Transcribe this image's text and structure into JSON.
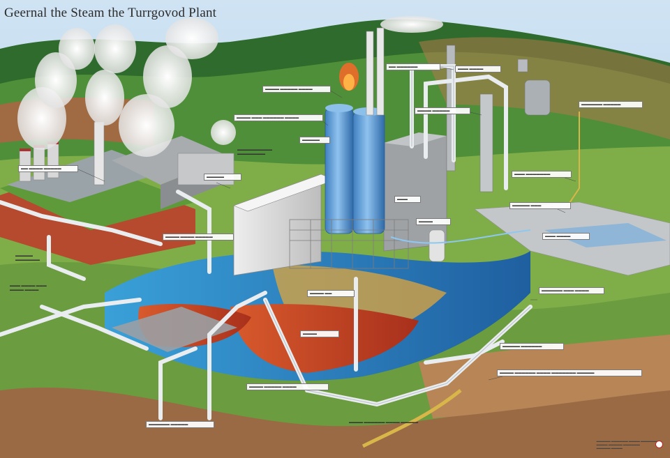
{
  "title": "Geernal the Steam the Turrgovod Plant",
  "colors": {
    "sky": "#bcd8ee",
    "hill_dark": "#2f6b2c",
    "hill_mid": "#4f8f3a",
    "hill_light": "#7fae49",
    "soil": "#8a5a3a",
    "water_blue": "#2d7bc0",
    "hot_red": "#c8462a",
    "silo_blue": "#5b9fd8",
    "concrete": "#c9c9c9",
    "pipe": "#e8ecef",
    "steam": "#f2f2f2",
    "gold_pipe": "#d9b64a"
  },
  "icons": [
    "steam-plume",
    "cooling-tower",
    "silo",
    "pipe",
    "reservoir"
  ]
}
